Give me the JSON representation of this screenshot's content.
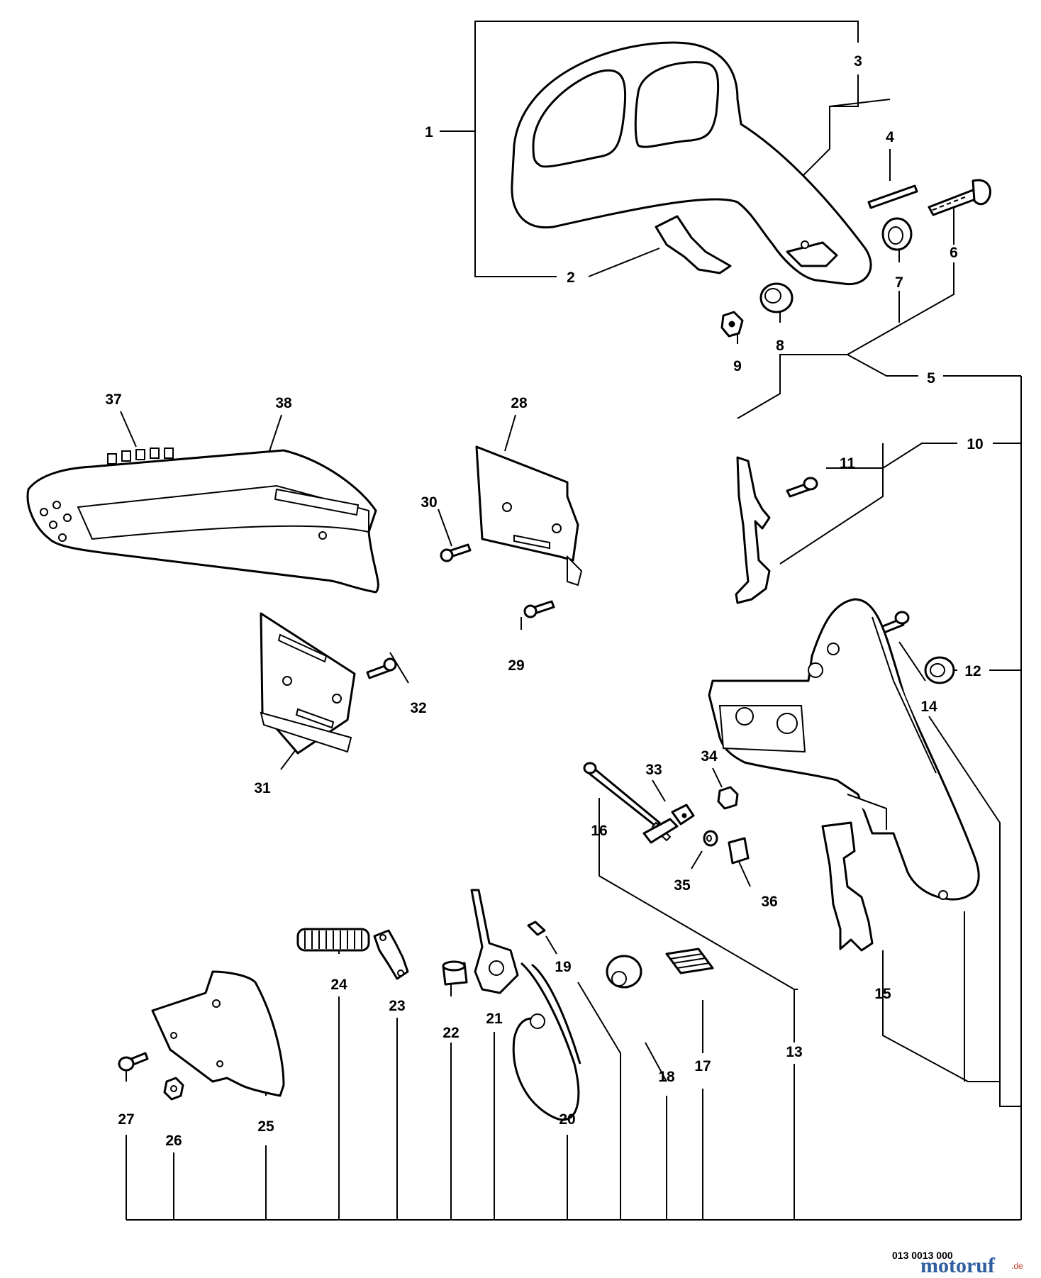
{
  "diagram": {
    "labels": {
      "p1": "1",
      "p2": "2",
      "p3": "3",
      "p4": "4",
      "p5": "5",
      "p6": "6",
      "p7": "7",
      "p8": "8",
      "p9": "9",
      "p10": "10",
      "p11": "11",
      "p12": "12",
      "p13": "13",
      "p14": "14",
      "p15": "15",
      "p16": "16",
      "p17": "17",
      "p18": "18",
      "p19": "19",
      "p20": "20",
      "p21": "21",
      "p22": "22",
      "p23": "23",
      "p24": "24",
      "p25": "25",
      "p26": "26",
      "p27": "27",
      "p28": "28",
      "p29": "29",
      "p30": "30",
      "p31": "31",
      "p32": "32",
      "p33": "33",
      "p34": "34",
      "p35": "35",
      "p36": "36",
      "p37": "37",
      "p38": "38"
    },
    "document_number": "013 0013 000",
    "watermark": {
      "name": "motoruf",
      "tld": ".de"
    }
  }
}
